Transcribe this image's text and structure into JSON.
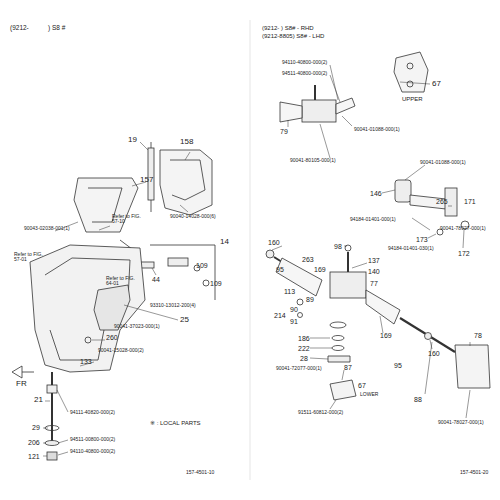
{
  "diagram": {
    "labels": [
      "(9212-",
      ") S8 #",
      "158",
      "19",
      "157",
      "90040-14028-000(6)",
      "90043-02038-001(1)",
      "Refer to FIG. 57-10",
      "14",
      "44",
      "109",
      "109",
      "Refer to FIG. 64-01",
      "93310-13012-200(4)",
      "Refer to FIG. 57-01",
      "25",
      "90041-37023-000(1)",
      "260",
      "90041-15028-000(2)",
      "133",
      "21",
      "94111-40820-000(2)",
      "29",
      "206",
      "121",
      "94511-00800-000(2)",
      "94110-40800-000(2)",
      "FR",
      "※ : LOCAL PARTS",
      "157-4501-10",
      "(9212-      ) S8# - RHD",
      "(9212-8805) S8# - LHD",
      "94110-40800-000(2)",
      "94511-40800-000(2)",
      "67",
      "UPPER",
      "90041-01088-000(1)",
      "79",
      "90041-80105-000(1)",
      "90041-01088-000(1)",
      "146",
      "171",
      "265",
      "94184-01401-000(1)",
      "90041-78027-000(1)",
      "173",
      "94184-01401-030(1)",
      "172",
      "160",
      "98",
      "263",
      "95",
      "169",
      "137",
      "140",
      "77",
      "113",
      "89",
      "90",
      "91",
      "214",
      "186",
      "222",
      "28",
      "169",
      "95",
      "90041-72077-000(1)",
      "87",
      "67",
      "LOWER",
      "91511-60812-000(2)",
      "160",
      "88",
      "78",
      "90041-78027-000(1)",
      "157-4501-20"
    ]
  }
}
